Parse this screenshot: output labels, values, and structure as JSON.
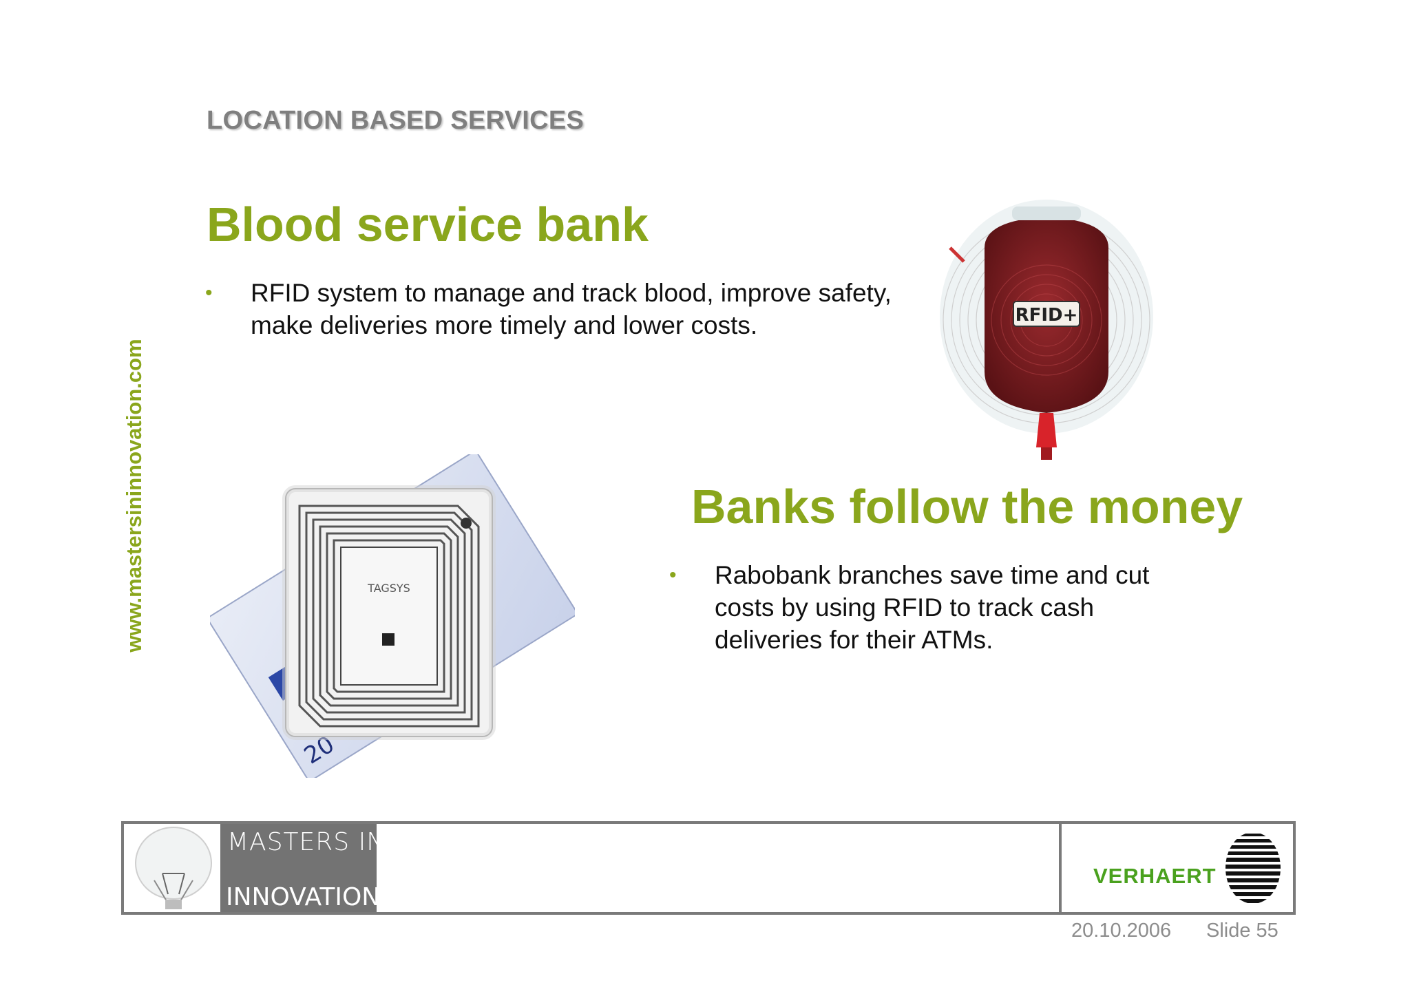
{
  "sidebar": {
    "url": "www.mastersininnovation.com"
  },
  "header": {
    "section_title": "LOCATION BASED SERVICES"
  },
  "block1": {
    "heading": "Blood service bank",
    "bullet_symbol": "•",
    "bullet": "RFID system to manage and track blood, improve safety, make deliveries more timely and lower costs."
  },
  "block2": {
    "heading": "Banks follow the money",
    "bullet_symbol": "•",
    "bullet": "Rabobank branches save time and cut costs by using RFID to track cash deliveries for their ATMs."
  },
  "images": {
    "blood_bag_label": "RFID+",
    "rfid_tag_label": "TAGSYS",
    "banknote_value": "20"
  },
  "footer": {
    "logo_line1": "MASTERS IN",
    "logo_line2": "INNOVATION",
    "brand": "VERHAERT",
    "date": "20.10.2006",
    "slide": "Slide 55"
  },
  "colors": {
    "accent_green": "#8aa61c",
    "brand_green": "#4aa11e",
    "gray": "#7f7f7f"
  }
}
